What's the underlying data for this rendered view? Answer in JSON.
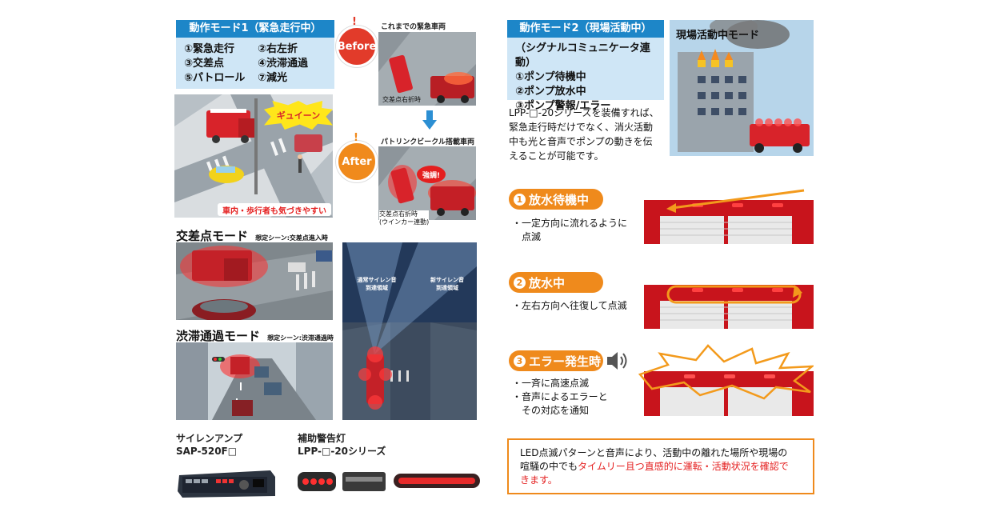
{
  "mode1": {
    "title": "動作モード1（緊急走行中）",
    "items": [
      "①緊急走行",
      "②右左折",
      "③交差点",
      "④渋滞通過",
      "⑤パトロール",
      "⑦減光"
    ]
  },
  "scene1": {
    "sound_bubble": "ギュイーン",
    "caption": "車内・歩行者も気づきやすい"
  },
  "before": {
    "badge": "Before",
    "title": "これまでの緊急車両",
    "caption": "交差点右折時"
  },
  "after": {
    "badge": "After",
    "title": "パトリンクビークル搭載車両",
    "emphasis": "強調!",
    "caption_line1": "交差点右折時",
    "caption_line2": "(ウインカー連動)"
  },
  "intersection": {
    "title": "交差点モード",
    "note": "想定シーン:交差点進入時"
  },
  "congestion": {
    "title": "渋滞通過モード",
    "note": "想定シーン:渋滞通過時"
  },
  "siren_range": {
    "left_line1": "通常サイレン音",
    "left_line2": "到達領域",
    "right_line1": "新サイレン音",
    "right_line2": "到達領域"
  },
  "products": {
    "amp_line1": "サイレンアンプ",
    "amp_line2": "SAP-520F□",
    "light_line1": "補助警告灯",
    "light_line2": "LPP-□-20シリーズ"
  },
  "mode2": {
    "title": "動作モード2（現場活動中）",
    "items": [
      "（シグナルコミュニケータ連動）",
      "①ポンプ待機中",
      "②ポンプ放水中",
      "③ポンプ警報/エラー"
    ],
    "description": [
      "LPP-□-20シリーズを装備すれば、",
      "緊急走行時だけでなく、消火活動",
      "中も光と音声でポンプの動きを伝",
      "えることが可能です。"
    ]
  },
  "site_mode": {
    "label": "現場活動中モード"
  },
  "states": [
    {
      "num": "1",
      "label": "放水待機中",
      "bullets": [
        "・一定方向に流れるように",
        "　点滅"
      ]
    },
    {
      "num": "2",
      "label": "放水中",
      "bullets": [
        "・左右方向へ往復して点滅"
      ]
    },
    {
      "num": "3",
      "label": "エラー発生時",
      "bullets": [
        "・一斉に高速点滅",
        "・音声によるエラーと",
        "　その対応を通知"
      ]
    }
  ],
  "notice": {
    "line1": "LED点滅パターンと音声により、活動中の離れた場所や現場の",
    "line2_normal": "喧騒の中でも",
    "line2_red": "タイムリー且つ直感的に運転・活動状況を確認で",
    "line3_red": "きます。"
  },
  "colors": {
    "accent_blue": "#1d86c8",
    "accent_orange": "#ef8a1c",
    "alert_red": "#e41f1f"
  }
}
